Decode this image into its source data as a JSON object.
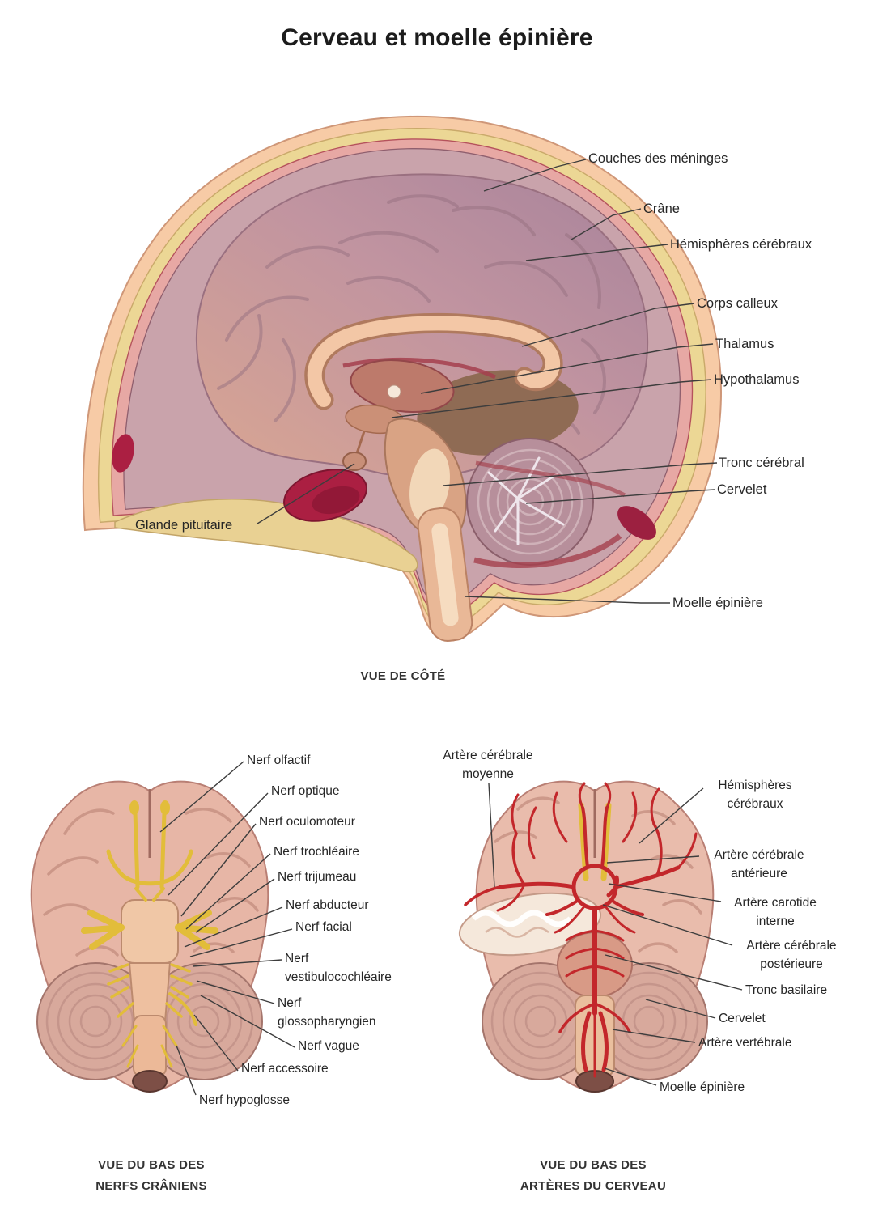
{
  "title": "Cerveau et moelle épinière",
  "side_view": {
    "caption": "VUE DE CÔTÉ",
    "labels": {
      "meninges": "Couches des méninges",
      "crane": "Crâne",
      "hemispheres": "Hémisphères cérébraux",
      "corps_calleux": "Corps calleux",
      "thalamus": "Thalamus",
      "hypothalamus": "Hypothalamus",
      "tronc_cerebral": "Tronc cérébral",
      "cervelet": "Cervelet",
      "moelle_epiniere": "Moelle épinière",
      "glande_pituitaire": "Glande pituitaire"
    }
  },
  "nerves_view": {
    "caption_line1": "VUE DU BAS DES",
    "caption_line2": "NERFS CRÂNIENS",
    "labels": {
      "olfactif": "Nerf olfactif",
      "optique": "Nerf optique",
      "oculomoteur": "Nerf oculomoteur",
      "trochleaire": "Nerf trochléaire",
      "trijumeau": "Nerf trijumeau",
      "abducteur": "Nerf abducteur",
      "facial": "Nerf facial",
      "vestibulocochleaire": "Nerf vestibulocochléaire",
      "glossopharyngien": "Nerf glossopharyngien",
      "vague": "Nerf vague",
      "accessoire": "Nerf accessoire",
      "hypoglosse": "Nerf hypoglosse"
    }
  },
  "arteries_view": {
    "caption_line1": "VUE DU BAS DES",
    "caption_line2": "ARTÈRES DU CERVEAU",
    "labels": {
      "cerebrale_moyenne": "Artère cérébrale moyenne",
      "hemispheres": "Hémisphères cérébraux",
      "cerebrale_anterieure": "Artère cérébrale antérieure",
      "carotide_interne": "Artère carotide interne",
      "cerebrale_posterieure": "Artère cérébrale postérieure",
      "tronc_basilaire": "Tronc basilaire",
      "cervelet": "Cervelet",
      "vertebrale": "Artère vertébrale",
      "moelle_epiniere": "Moelle épinière"
    }
  },
  "colors": {
    "nerve_yellow": "#e2bd3a",
    "artery_red": "#c3272b",
    "skull_yellow": "#ecd795",
    "skin": "#f7cba6",
    "brain_mauve": "#b9939e",
    "label_text": "#262626"
  }
}
